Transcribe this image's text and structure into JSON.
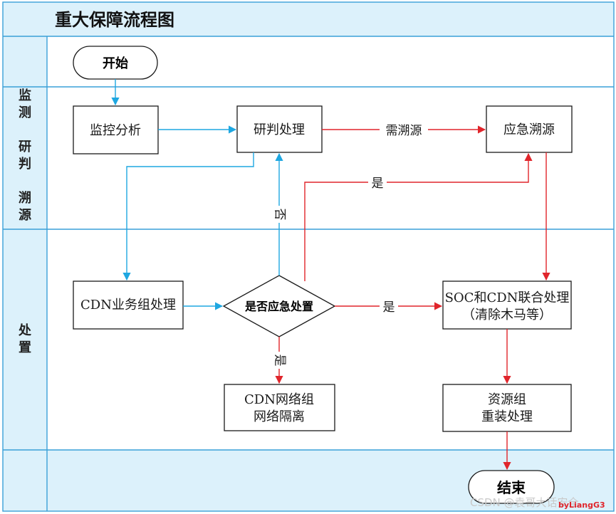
{
  "title": "重大保障流程图",
  "lanes": [
    {
      "label": "监\n测\n\n研\n判\n\n溯\n源"
    },
    {
      "label": "处\n置"
    }
  ],
  "nodes": {
    "start": "开始",
    "monitor": "监控分析",
    "judge": "研判处理",
    "trace": "应急溯源",
    "cdn_biz": "CDN业务组处理",
    "decision": "是否应急处置",
    "soc": "SOC和CDN联合处理\n（清除木马等）",
    "cdn_net": "CDN网络组\n网络隔离",
    "resource": "资源组\n重装处理",
    "end": "结束"
  },
  "edge_labels": {
    "need_trace": "需溯源",
    "yes_up": "是",
    "no": "否",
    "yes_right": "是",
    "yes_down": "是"
  },
  "watermark": {
    "csdn": "CSDN @袁哥大话安全",
    "sign": "byLiangG3"
  },
  "colors": {
    "blue": "#1ea7e1",
    "red": "#e0252b",
    "lane_bg": "#dcf1fb",
    "grid": "#3aa0d8"
  }
}
